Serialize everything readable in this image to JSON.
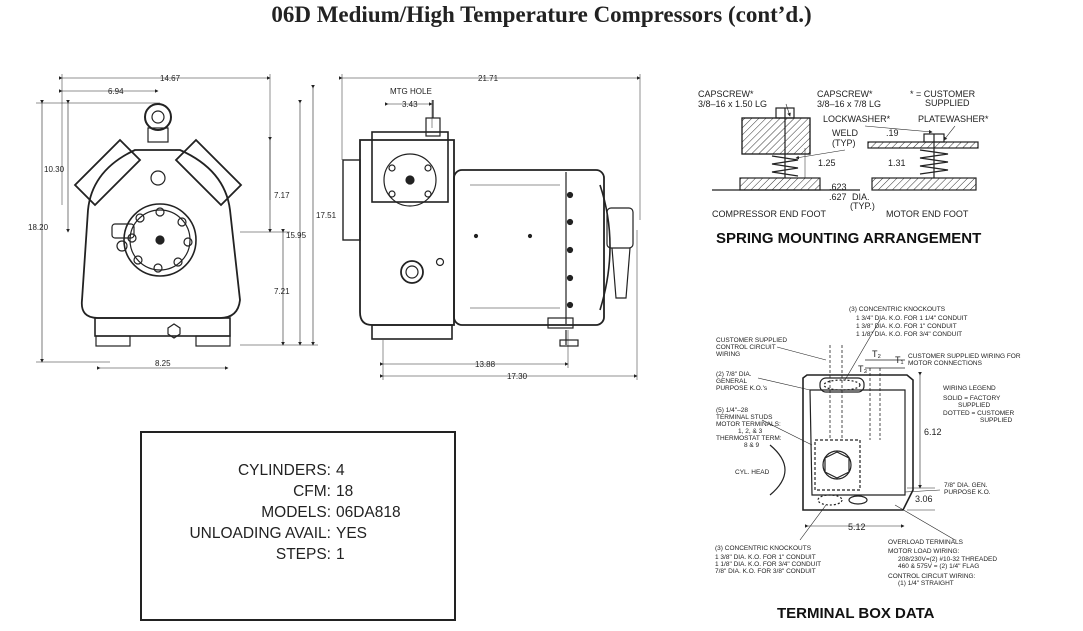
{
  "title": "06D Medium/High Temperature Compressors (cont’d.)",
  "front_view": {
    "dims": [
      "14.67",
      "6.94",
      "10.30",
      "18.20",
      "7.17",
      "17.51",
      "15.95",
      "7.21",
      "8.25"
    ]
  },
  "side_view": {
    "mtg_hole_label": "MTG HOLE",
    "dims": [
      "21.71",
      "3.43",
      "13.88",
      "17.30"
    ]
  },
  "spring_mounting": {
    "heading": "SPRING MOUNTING ARRANGEMENT",
    "capscrew_left": "CAPSCREW*",
    "capscrew_left_size": "3/8–16 x 1.50 LG",
    "capscrew_right": "CAPSCREW*",
    "capscrew_right_size": "3/8–16 x 7/8 LG",
    "customer_note_1": "* = CUSTOMER",
    "customer_note_2": "SUPPLIED",
    "lockwasher": "LOCKWASHER*",
    "platewasher": "PLATEWASHER*",
    "weld": "WELD",
    "weld_typ": "(TYP)",
    "dim_125": "1.25",
    "dim_19": ".19",
    "dim_131": "1.31",
    "dim_623": ".623",
    "dim_627": ".627",
    "dia": "DIA.",
    "typ": "(TYP.)",
    "compressor_end_foot": "COMPRESSOR END FOOT",
    "motor_end_foot": "MOTOR END FOOT"
  },
  "terminal_box": {
    "heading": "TERMINAL BOX DATA",
    "top_knockouts": [
      "(3) CONCENTRIC KNOCKOUTS",
      "1 3/4\" DIA. K.O. FOR 1 1/4\" CONDUIT",
      "1 3/8\" DIA. K.O. FOR 1\" CONDUIT",
      "1 1/8\" DIA. K.O. FOR 3/4\" CONDUIT"
    ],
    "control_wiring": [
      "CUSTOMER SUPPLIED",
      "CONTROL CIRCUIT",
      "WIRING"
    ],
    "motor_wiring": [
      "CUSTOMER SUPPLIED WIRING FOR",
      "MOTOR CONNECTIONS"
    ],
    "t2": "T₂",
    "t1": "T₁",
    "t3": "T₃",
    "general_ko": [
      "(2) 7/8\" DIA.",
      "GENERAL",
      "PURPOSE K.O.'s"
    ],
    "wiring_legend": [
      "WIRING LEGEND",
      "SOLID = FACTORY",
      "SUPPLIED",
      "DOTTED = CUSTOMER",
      "SUPPLIED"
    ],
    "studs": [
      "(5) 1/4\"–28",
      "TERMINAL STUDS",
      "MOTOR TERMINALS:",
      "1, 2, & 3",
      "THERMOSTAT TERM:",
      "8 & 9"
    ],
    "cyl_head": "CYL. HEAD",
    "dim_612": "6.12",
    "gen_purpose": [
      "7/8\" DIA. GEN.",
      "PURPOSE K.O."
    ],
    "dim_306": "3.06",
    "dim_512": "5.12",
    "bottom_knockouts": [
      "(3) CONCENTRIC KNOCKOUTS",
      "1 3/8\" DIA. K.O. FOR 1\" CONDUIT",
      "1 1/8\" DIA. K.O. FOR 3/4\" CONDUIT",
      "7/8\" DIA. K.O. FOR 3/8\" CONDUIT"
    ],
    "overload": [
      "OVERLOAD TERMINALS",
      "MOTOR LOAD WIRING:",
      "208/230V=(2) #10-32 THREADED",
      "460 & 575V = (2) 1/4\" FLAG",
      "CONTROL CIRCUIT WIRING:",
      "(1) 1/4\" STRAIGHT"
    ]
  },
  "specs": {
    "cylinders_label": "CYLINDERS:",
    "cylinders": "4",
    "cfm_label": "CFM:",
    "cfm": "18",
    "models_label": "MODELS:",
    "models": "06DA818",
    "unloading_label": "UNLOADING AVAIL:",
    "unloading": "YES",
    "steps_label": "STEPS:",
    "steps": "1"
  }
}
